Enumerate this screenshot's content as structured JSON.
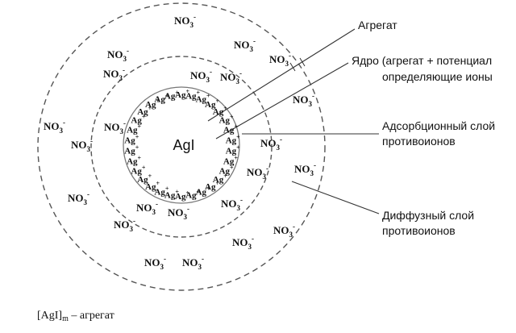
{
  "diagram": {
    "core_label": "AgI",
    "labels": {
      "aggregate": "Агрегат",
      "nucleus_line1": "Ядро (агрегат + потенциал",
      "nucleus_line2": "определяющие ионы",
      "adsorption_line1": "Адсорбционный слой",
      "adsorption_line2": "противоионов",
      "diffuse_line1": "Диффузный слой",
      "diffuse_line2": "противоионов"
    },
    "ion_text": {
      "base": "NO",
      "sub": "3",
      "sup": "-"
    },
    "ag_ion": {
      "base": "Ag",
      "sup": "+"
    }
  },
  "caption": {
    "formula": "[AgI]",
    "subscript": "m",
    "rest": " – агрегат"
  }
}
